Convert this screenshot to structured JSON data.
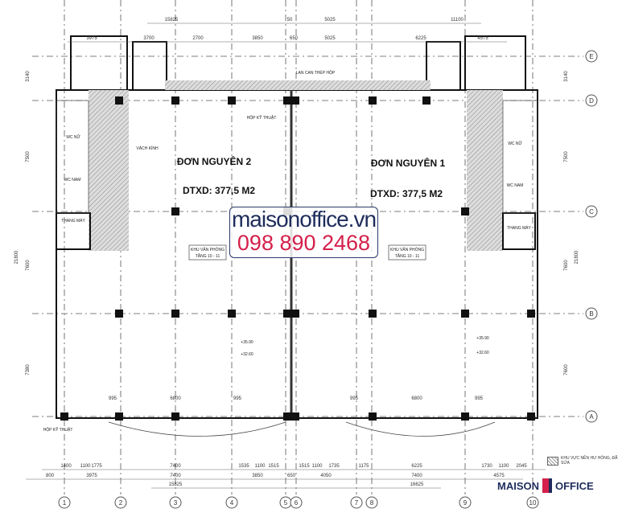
{
  "plan": {
    "units": [
      {
        "name": "ĐƠN NGUYÊN 2",
        "area": "DTXD: 377,5 M2",
        "zone": "KHU VĂN PHÒNG",
        "floors": "TẦNG 10 - 11"
      },
      {
        "name": "ĐƠN NGUYÊN 1",
        "area": "DTXD: 377,5 M2",
        "zone": "KHU VĂN PHÒNG",
        "floors": "TẦNG 10 - 11"
      }
    ],
    "labels": {
      "railing": "LAN CAN THÉP HỘP",
      "shaft_top": "HỘP KỸ THUẬT",
      "shaft_bottom": "HỘP KỸ THUẬT",
      "glass": "VÁCH KÍNH",
      "elevator": "THANG MÁY",
      "wc_female": "WC NỮ",
      "wc_male": "WC NAM",
      "level1": "+35.90",
      "level2": "+32.60"
    },
    "axes_vertical": [
      "1",
      "2",
      "3",
      "4",
      "5",
      "6",
      "7",
      "8",
      "9",
      "10"
    ],
    "axes_horizontal": [
      "E",
      "D",
      "C",
      "B",
      "A"
    ],
    "top_dims_row1": [
      "15825",
      "50",
      "5025",
      "11100"
    ],
    "top_dims_row2": [
      "3975",
      "3700",
      "2700",
      "3850",
      "650",
      "5025",
      "6225",
      "4575"
    ],
    "bottom_dims_row1": [
      "1400",
      "1100",
      "1775",
      "7400",
      "1535",
      "1100",
      "1515",
      "1515",
      "1100",
      "1735",
      "1175",
      "6225",
      "1730",
      "1100",
      "2045"
    ],
    "bottom_dims_row2": [
      "800",
      "3975",
      "7400",
      "3850",
      "650",
      "4050",
      "7400",
      "4575"
    ],
    "bottom_dims_row3": [
      "15825",
      "16625"
    ],
    "inner_dims": [
      "995",
      "6800",
      "995",
      "995",
      "6800",
      "995"
    ],
    "side_dims_left": [
      "3140",
      "7500",
      "7600",
      "7380",
      "21800"
    ],
    "side_dims_right": [
      "3140",
      "7500",
      "7600",
      "7600",
      "21800"
    ]
  },
  "watermark": {
    "site": "maisonoffice.vn",
    "phone": "098 890 2468"
  },
  "legend": {
    "text": "KHU VỰC NỀN HƯ HỎNG, ĐÃ SỬA"
  },
  "logo": {
    "left": "MAISON",
    "right": "OFFICE"
  },
  "colors": {
    "brand_blue": "#1f2d5c",
    "brand_red": "#d4204a"
  }
}
